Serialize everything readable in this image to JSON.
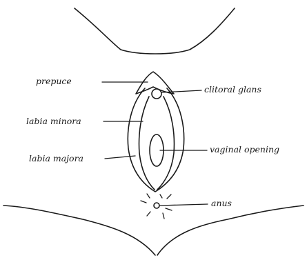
{
  "labels": {
    "prepuce": "prepuce",
    "clitoral_glans": "clitoral glans",
    "labia_minora": "labia minora",
    "labia_majora": "labia majora",
    "vaginal_opening": "vaginal opening",
    "anus": "anus"
  },
  "colors": {
    "background": "#ffffff",
    "ink": "#1a1a1a"
  }
}
